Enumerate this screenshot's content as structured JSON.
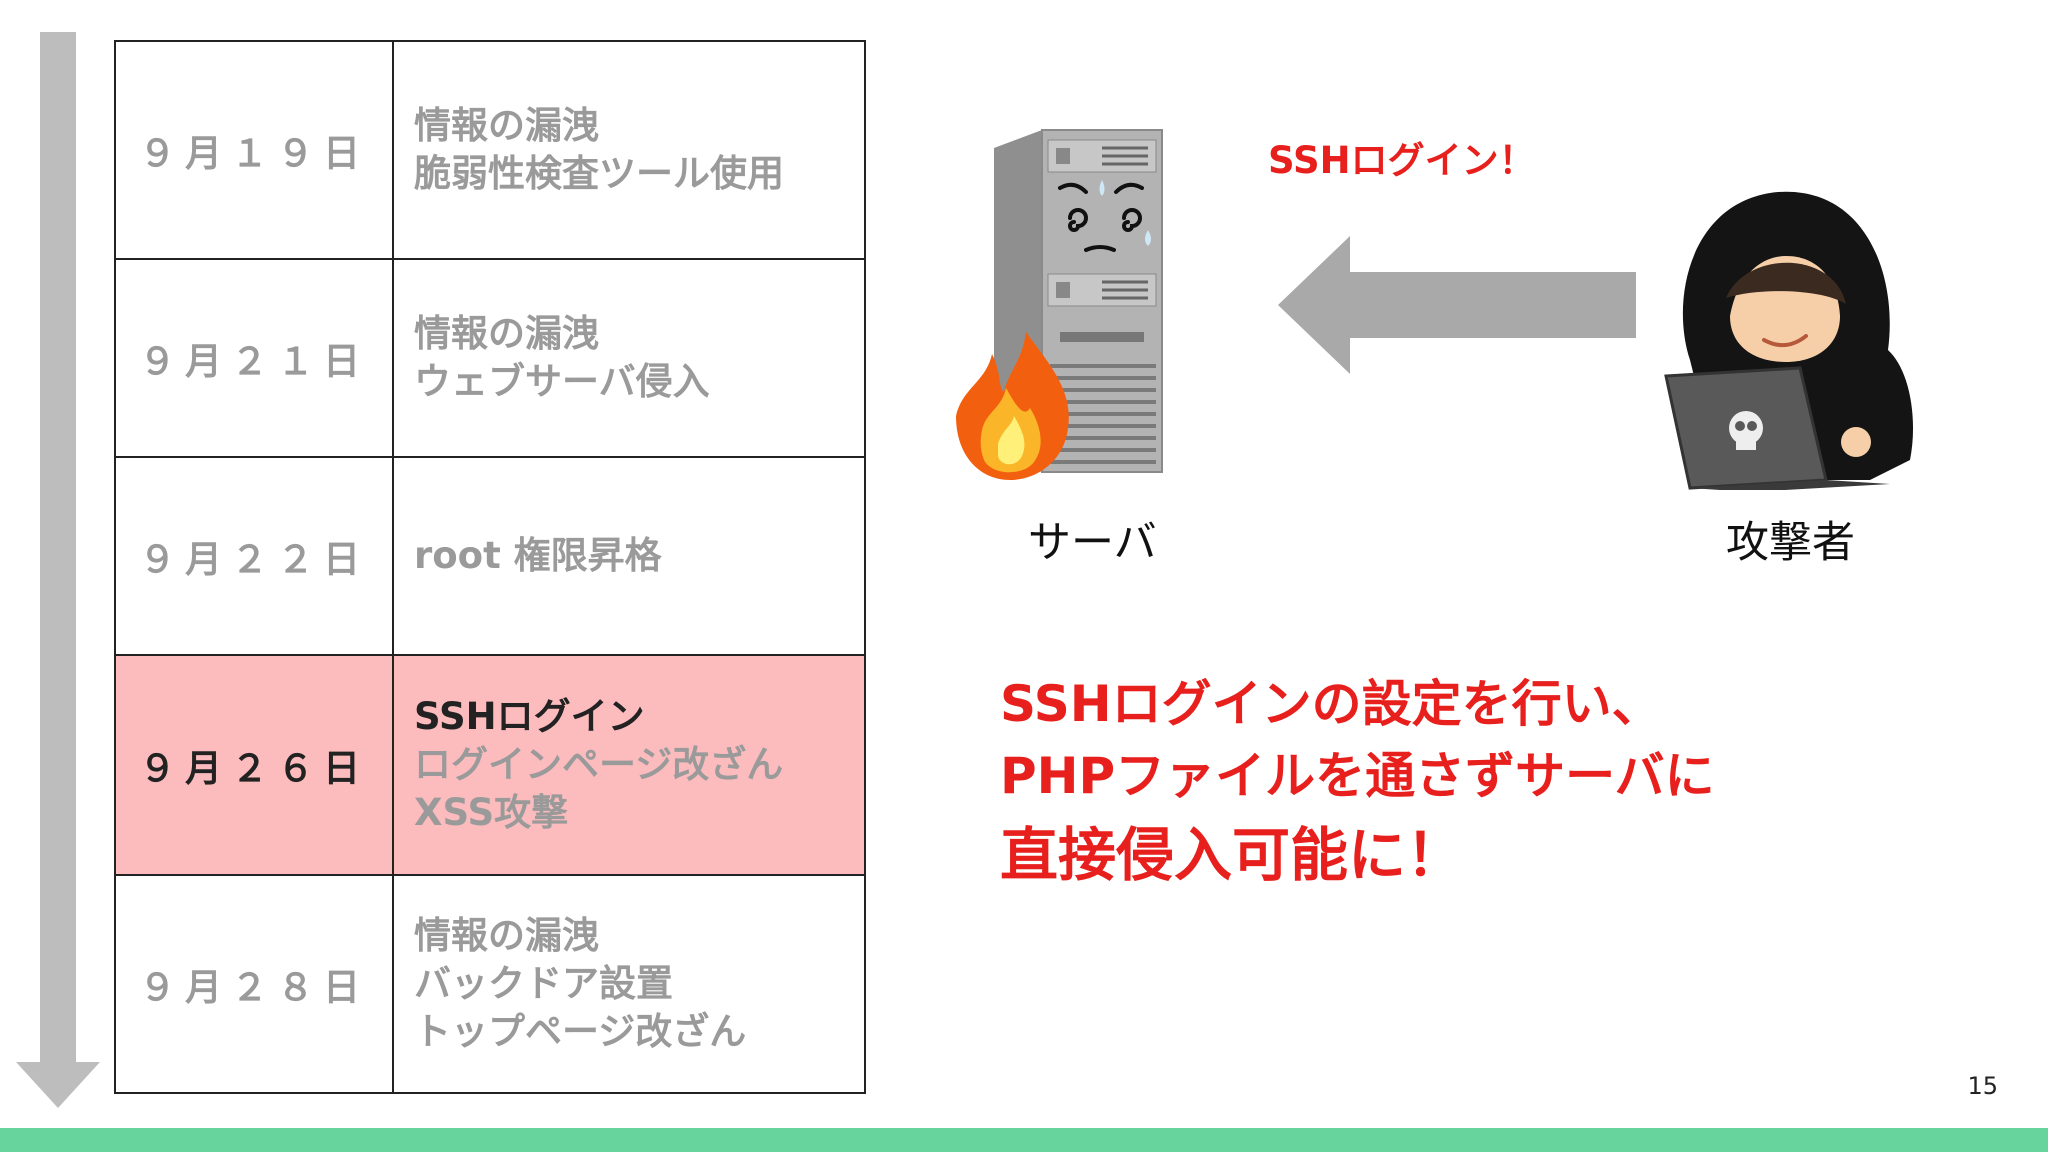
{
  "timeline": {
    "rows": [
      {
        "date": "９月１９日",
        "events": [
          "情報の漏洩",
          "脆弱性検査ツール使用"
        ]
      },
      {
        "date": "９月２１日",
        "events": [
          "情報の漏洩",
          "ウェブサーバ侵入"
        ]
      },
      {
        "date": "９月２２日",
        "events": [
          "root 権限昇格"
        ]
      },
      {
        "date": "９月２６日",
        "events": [
          "SSHログイン",
          "ログインページ改ざん",
          "XSS攻撃"
        ]
      },
      {
        "date": "９月２８日",
        "events": [
          "情報の漏洩",
          "バックドア設置",
          "トップページ改ざん"
        ]
      }
    ],
    "highlighted_row": 3
  },
  "diagram": {
    "arrow_label": "SSHログイン！",
    "server_label": "サーバ",
    "attacker_label": "攻撃者",
    "server_icon": "server-on-fire-icon",
    "attacker_icon": "hooded-hacker-icon"
  },
  "message": {
    "line1": "SSHログインの設定を行い、",
    "line2": "PHPファイルを通さずサーバに",
    "line3": "直接侵入可能に！"
  },
  "page_number": "15",
  "colors": {
    "highlight": "#fcbcbe",
    "accent_red": "#e8201d",
    "muted_text": "#9a9a9a",
    "bottom_bar": "#67d39d",
    "arrow_gray": "#a9a9a9"
  }
}
